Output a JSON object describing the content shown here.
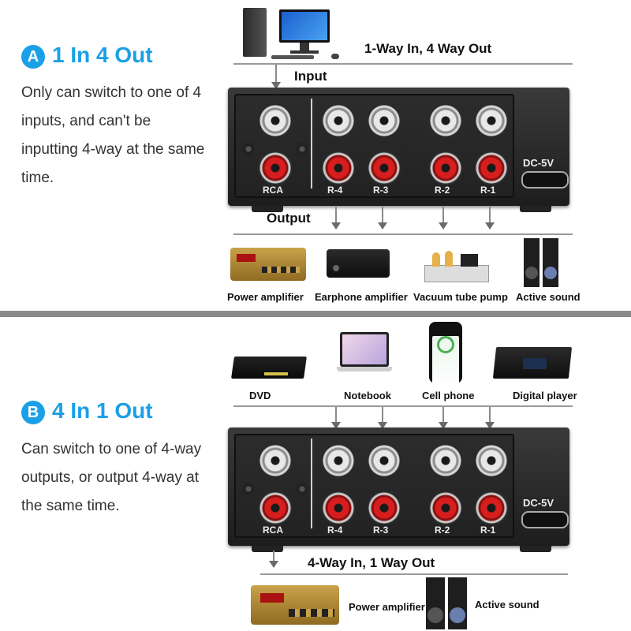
{
  "section_a": {
    "badge": "A",
    "title": "1 In 4 Out",
    "description": [
      "Only can switch to one of 4",
      "inputs, and can't be",
      "inputting 4-way at the same",
      "time."
    ],
    "flow_label": "1-Way In, 4 Way Out",
    "input_label": "Input",
    "output_label": "Output",
    "panel_labels": [
      "RCA",
      "R-4",
      "R-3",
      "R-2",
      "R-1"
    ],
    "power_label": "DC-5V",
    "devices": [
      "Power amplifier",
      "Earphone amplifier",
      "Vacuum tube pump",
      "Active sound"
    ]
  },
  "section_b": {
    "badge": "B",
    "title": "4 In 1 Out",
    "description": [
      "Can switch to one of 4-way",
      "outputs, or output 4-way at",
      "the same time."
    ],
    "sources": [
      "DVD",
      "Notebook",
      "Cell phone",
      "Digital player"
    ],
    "panel_labels": [
      "RCA",
      "R-4",
      "R-3",
      "R-2",
      "R-1"
    ],
    "power_label": "DC-5V",
    "flow_label": "4-Way In, 1 Way Out",
    "devices": [
      "Power amplifier",
      "Active sound"
    ]
  },
  "colors": {
    "accent": "#1aa0e6",
    "jack_red": "#d61e1e",
    "divider": "#8a8a8a"
  }
}
